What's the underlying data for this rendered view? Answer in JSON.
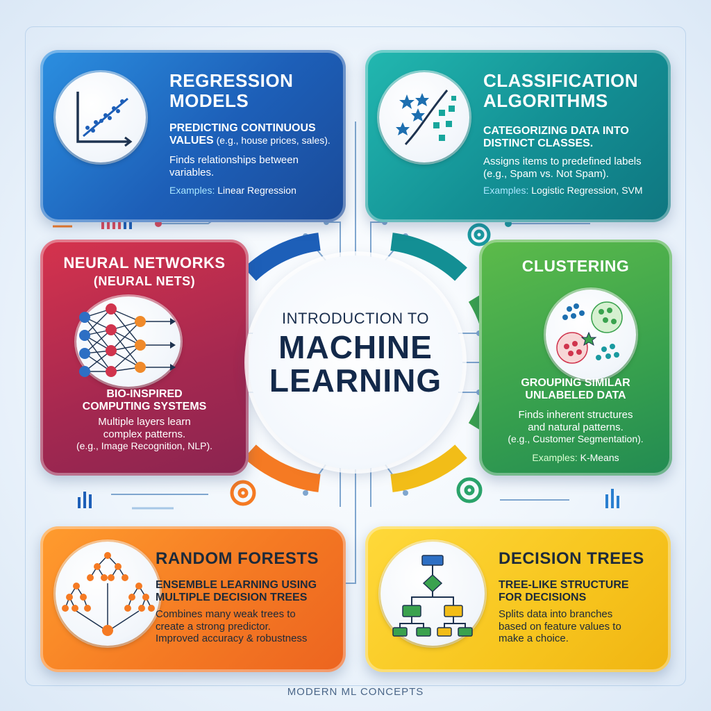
{
  "center": {
    "line1": "INTRODUCTION TO",
    "line2": "MACHINE",
    "line3": "LEARNING"
  },
  "cards": {
    "regression": {
      "title_line1": "REGRESSION",
      "title_line2": "MODELS",
      "subtitle_bold": "PREDICTING CONTINUOUS",
      "subtitle_bold2": "VALUES",
      "subtitle_rest": " (e.g., house prices, sales).",
      "desc_line1": "Finds relationships between",
      "desc_line2": "variables.",
      "examples_label": "Examples:",
      "examples_value": " Linear Regression",
      "icon": "scatter-regression-icon",
      "color": "#1d5fb8"
    },
    "classification": {
      "title_line1": "CLASSIFICATION",
      "title_line2": "ALGORITHMS",
      "subtitle_line1": "CATEGORIZING DATA INTO",
      "subtitle_line2": "DISTINCT CLASSES.",
      "desc_line1": "Assigns items to predefined labels",
      "desc_line2": "(e.g., Spam vs. Not Spam).",
      "examples_label": "Examples:",
      "examples_value": " Logistic Regression, SVM",
      "icon": "stars-and-squares-classification-icon",
      "color": "#138f94"
    },
    "neural": {
      "title_line1": "NEURAL NETWORKS",
      "title_line2": "(NEURAL NETS)",
      "subtitle_line1": "BIO-INSPIRED",
      "subtitle_line2": "COMPUTING SYSTEMS",
      "desc_line1": "Multiple layers learn",
      "desc_line2": "complex patterns.",
      "desc_line3": "(e.g., Image Recognition, NLP).",
      "icon": "neural-network-icon",
      "color": "#a42850"
    },
    "clustering": {
      "title": "CLUSTERING",
      "subtitle_line1": "GROUPING SIMILAR",
      "subtitle_line2": "UNLABELED DATA",
      "desc_line1": "Finds inherent structures",
      "desc_line2": "and natural patterns.",
      "desc_line3": "(e.g., Customer Segmentation).",
      "examples_label": "Examples:",
      "examples_value": " K-Means",
      "icon": "clusters-icon",
      "color": "#37a04e"
    },
    "forests": {
      "title": "RANDOM FORESTS",
      "subtitle_line1": "ENSEMBLE LEARNING USING",
      "subtitle_line2": "MULTIPLE DECISION TREES",
      "desc_line1": "Combines many weak trees to",
      "desc_line2": "create a strong predictor.",
      "desc_line3": "Improved accuracy & robustness",
      "icon": "forest-trees-icon",
      "color": "#f57a23"
    },
    "trees": {
      "title": "DECISION TREES",
      "subtitle_line1": "TREE-LIKE STRUCTURE",
      "subtitle_line2": "FOR DECISIONS",
      "desc_line1": "Splits data into branches",
      "desc_line2": "based on feature values to",
      "desc_line3": "make a choice.",
      "icon": "flowchart-tree-icon",
      "color": "#f7c51e"
    }
  },
  "footer": "MODERN ML CONCEPTS"
}
